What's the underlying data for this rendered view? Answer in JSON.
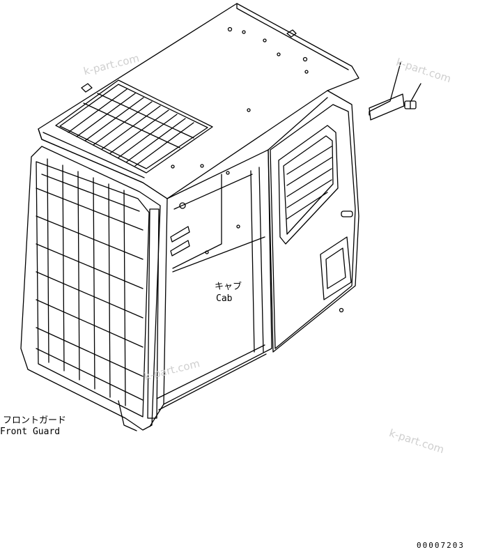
{
  "labels": {
    "cab_jp": "キャブ",
    "cab_en": "Cab",
    "guard_jp": "フロントガード",
    "guard_en": "Front Guard"
  },
  "watermark": "k-part.com",
  "figure_code": "00007203",
  "colors": {
    "line": "#000000",
    "watermark": "#cfcfcf"
  }
}
